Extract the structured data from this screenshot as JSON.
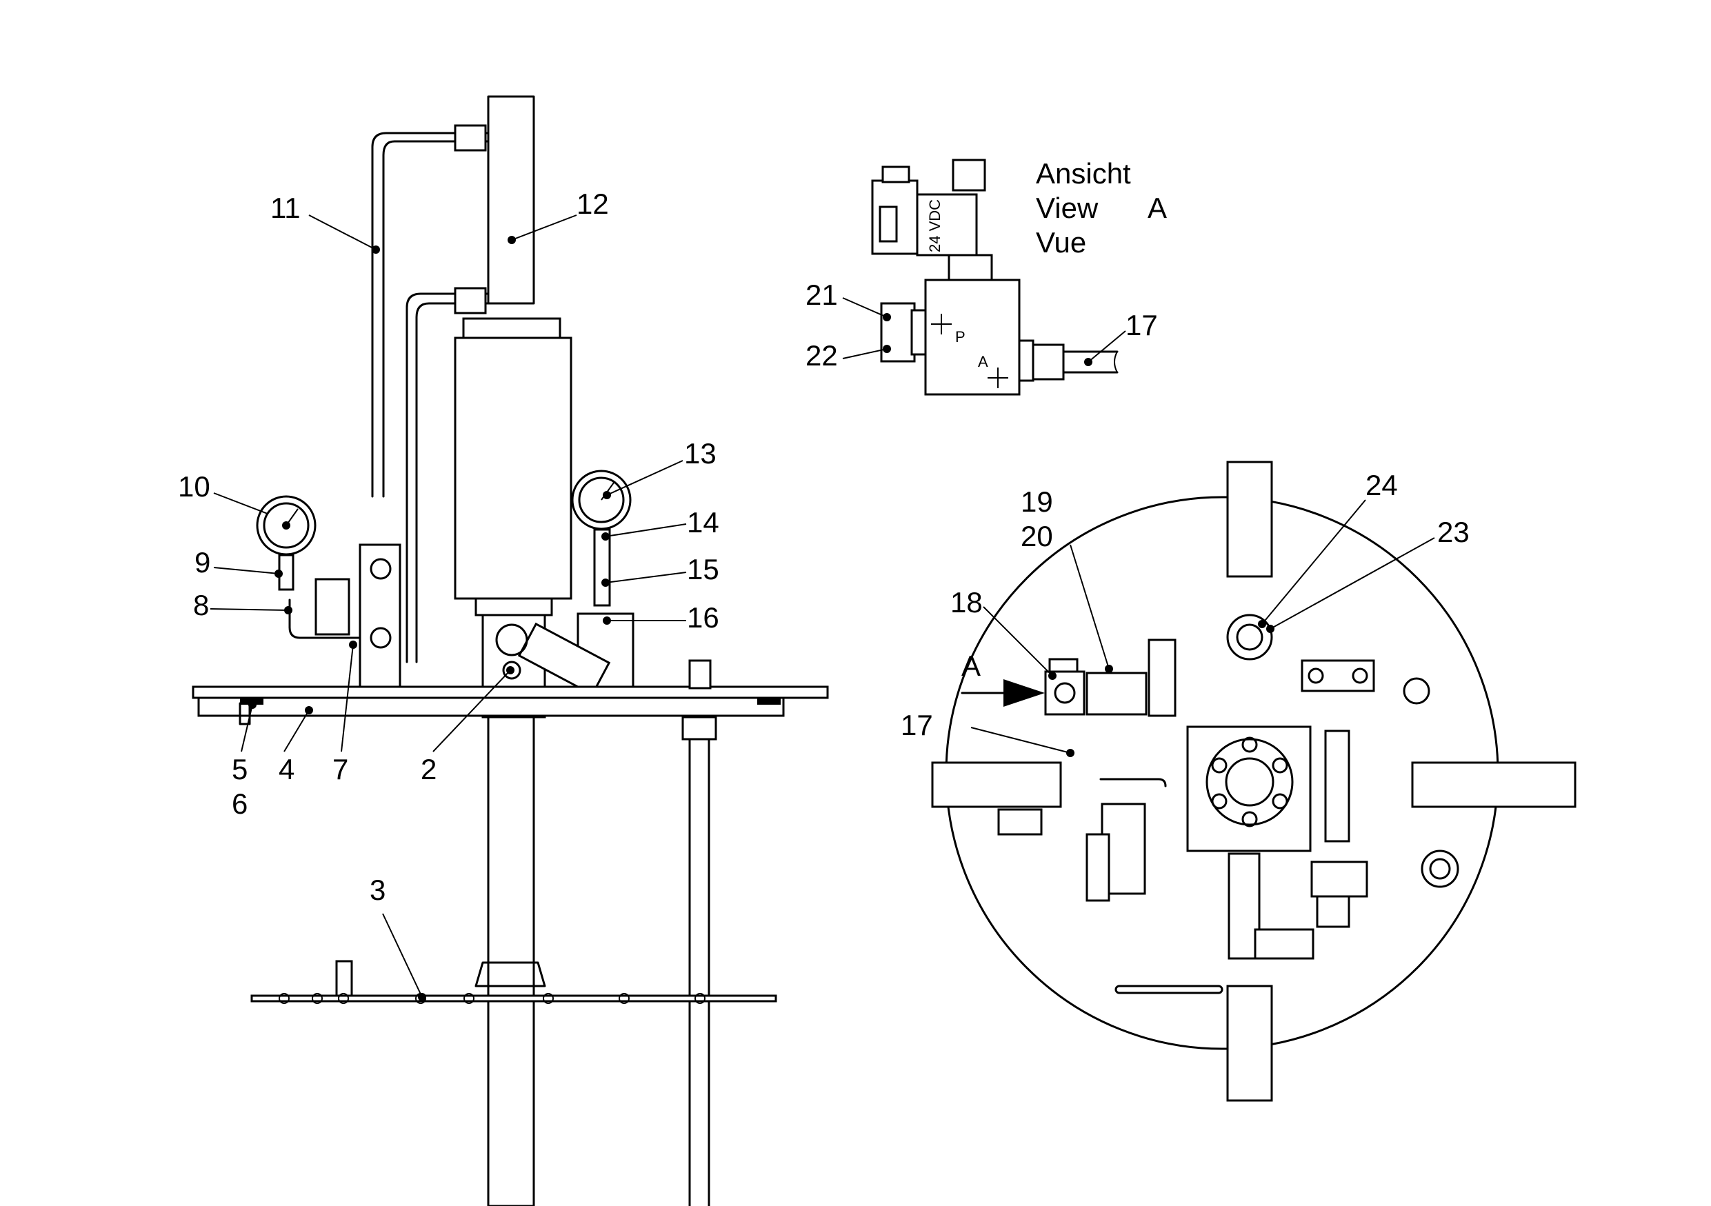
{
  "view_caption": {
    "line1": "Ansicht",
    "line2": "View",
    "line3": "Vue",
    "view_letter": "A"
  },
  "view_marker": "A",
  "valve_voltage": "24 VDC",
  "port_labels": {
    "pressure": "P",
    "work": "A"
  },
  "main_callouts": [
    "2",
    "3",
    "4",
    "5",
    "6",
    "7",
    "8",
    "9",
    "10",
    "11",
    "12",
    "13",
    "14",
    "15",
    "16"
  ],
  "view_a_callouts": [
    "21",
    "22",
    "17"
  ],
  "top_view_callouts": [
    "17",
    "18",
    "19",
    "20",
    "23",
    "24"
  ]
}
